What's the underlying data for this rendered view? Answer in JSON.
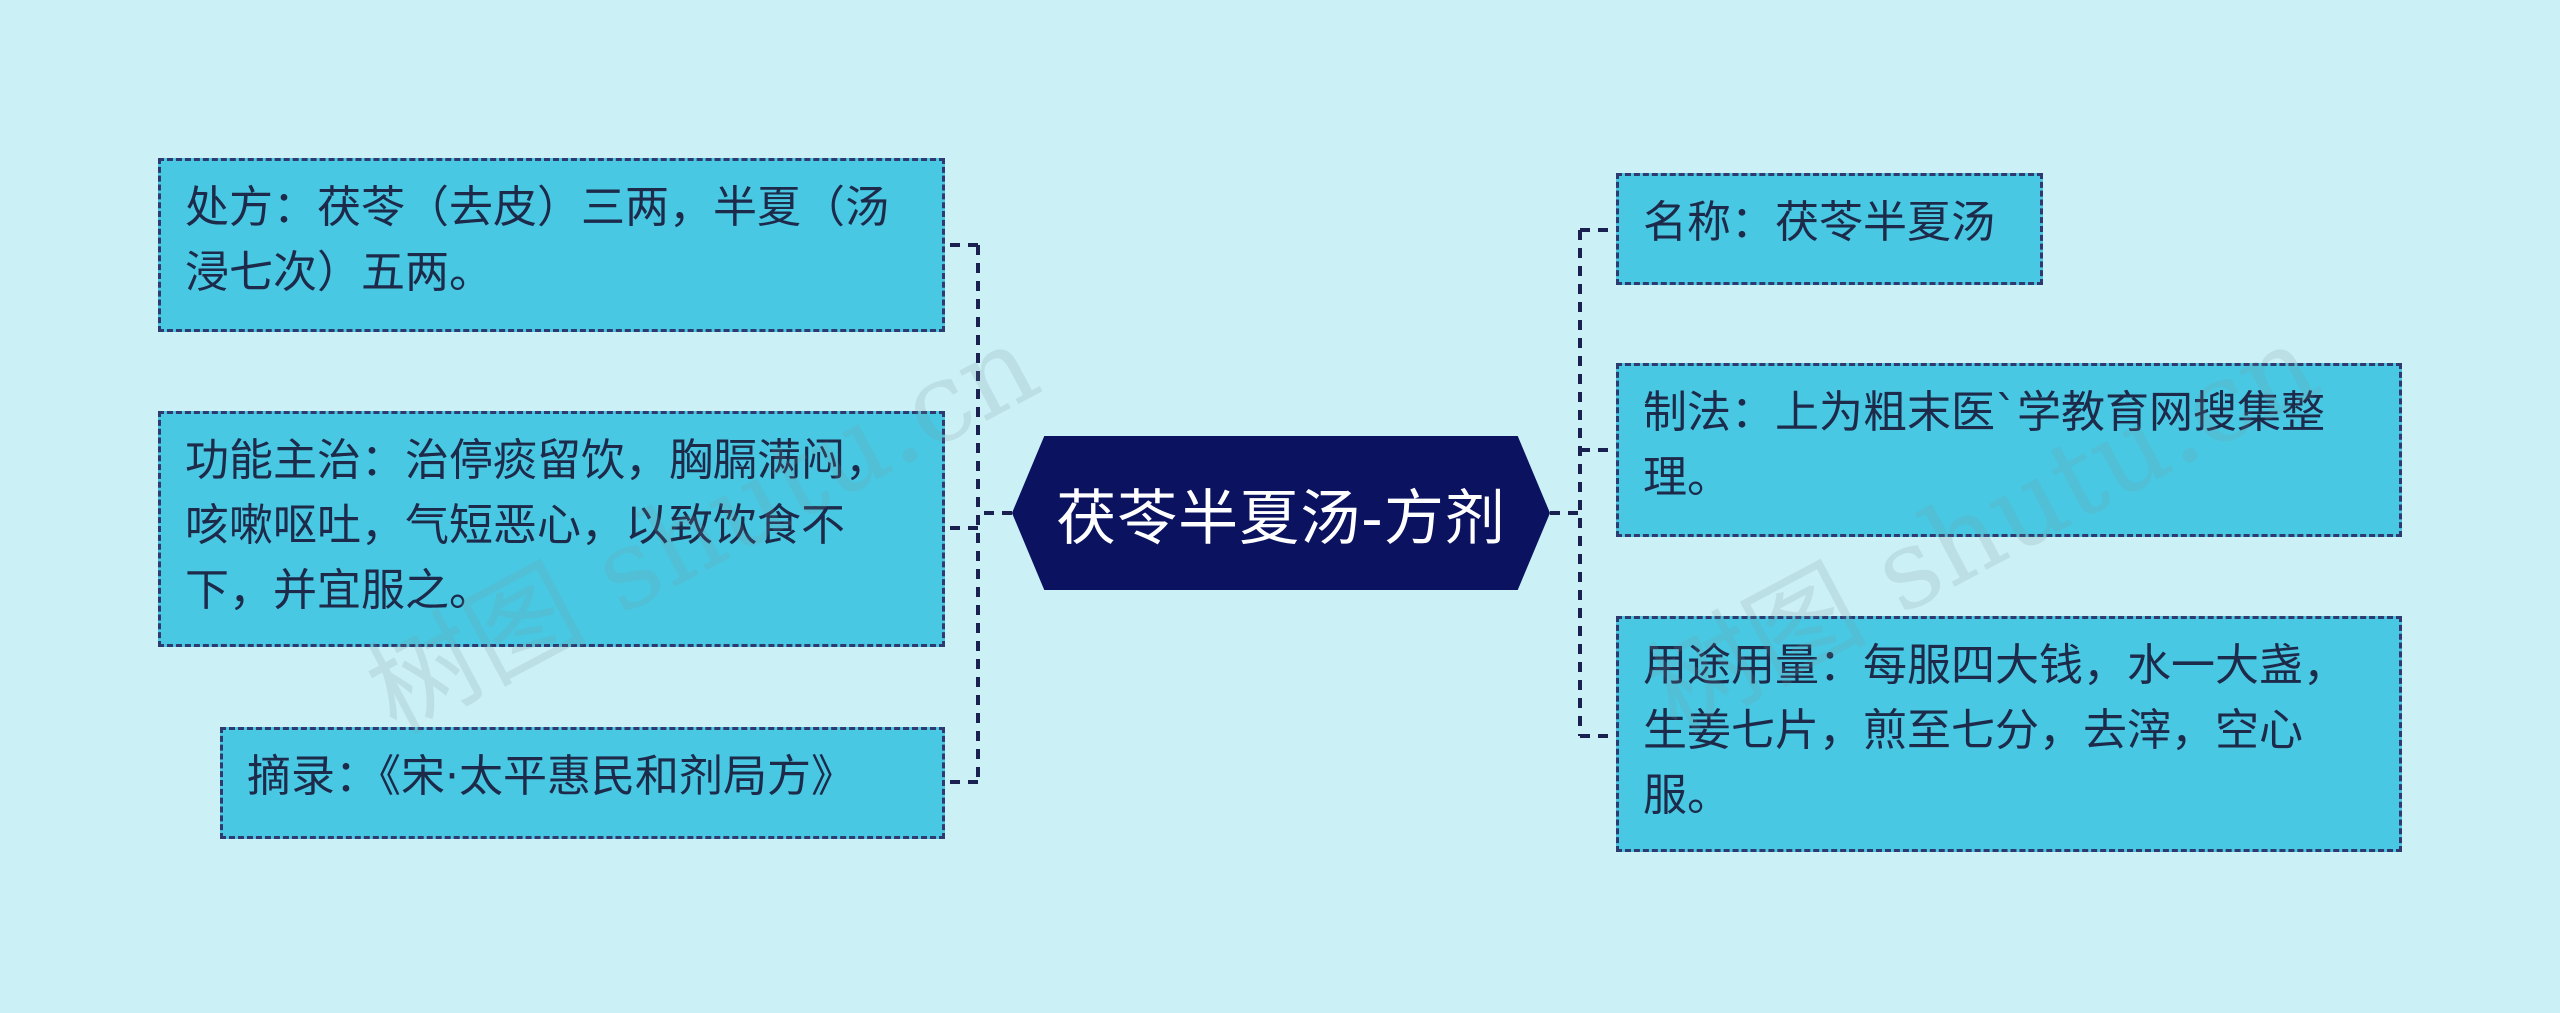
{
  "center": {
    "label": "茯苓半夏汤-方剂"
  },
  "left_nodes": [
    {
      "id": "prescription",
      "text": "处方：茯苓（去皮）三两，半夏（汤浸七次）五两。"
    },
    {
      "id": "function",
      "text": "功能主治：治停痰留饮，胸膈满闷，咳嗽呕吐，气短恶心，以致饮食不下，并宜服之。"
    },
    {
      "id": "source",
      "text": "摘录：《宋·太平惠民和剂局方》"
    }
  ],
  "right_nodes": [
    {
      "id": "name",
      "text": "名称：茯苓半夏汤"
    },
    {
      "id": "preparation",
      "text": "制法：上为粗末医`学教育网搜集整理。"
    },
    {
      "id": "usage",
      "text": "用途用量：每服四大钱，水一大盏，生姜七片，煎至七分，去滓，空心服。"
    }
  ],
  "watermarks": [
    "树图 shutu.cn",
    "树图 shutu.cn"
  ],
  "colors": {
    "background": "#cbf0f6",
    "node_fill": "#48c8e2",
    "node_border": "#2f3a6e",
    "center_fill": "#0b1260",
    "center_text": "#ffffff",
    "connector": "#1a2150"
  }
}
